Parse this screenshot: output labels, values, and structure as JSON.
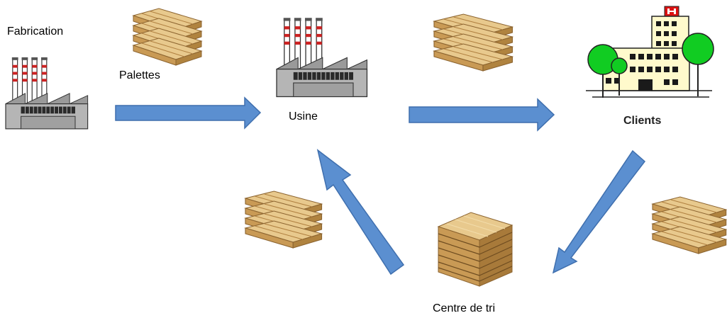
{
  "labels": {
    "fabrication": "Fabrication",
    "palettes": "Palettes",
    "usine": "Usine",
    "clients": "Clients",
    "centre_de_tri": "Centre de tri"
  },
  "icons": {
    "factory": "factory-icon",
    "pallet_stack": "pallet-stack-icon",
    "building": "building-icon",
    "pallet_pile": "pallet-pile-icon"
  },
  "colors": {
    "arrow_fill": "#5b8fd0",
    "arrow_stroke": "#3f6fae",
    "wood_light": "#e8c98d",
    "wood_mid": "#c99a55",
    "wood_dark": "#8c6430",
    "factory_gray": "#b5b5b5",
    "factory_dark": "#4a4a4a",
    "chimney_red": "#cc2222",
    "building_yellow": "#fffacc",
    "tree_green": "#11cc22",
    "hospital_red": "#dd1111"
  }
}
